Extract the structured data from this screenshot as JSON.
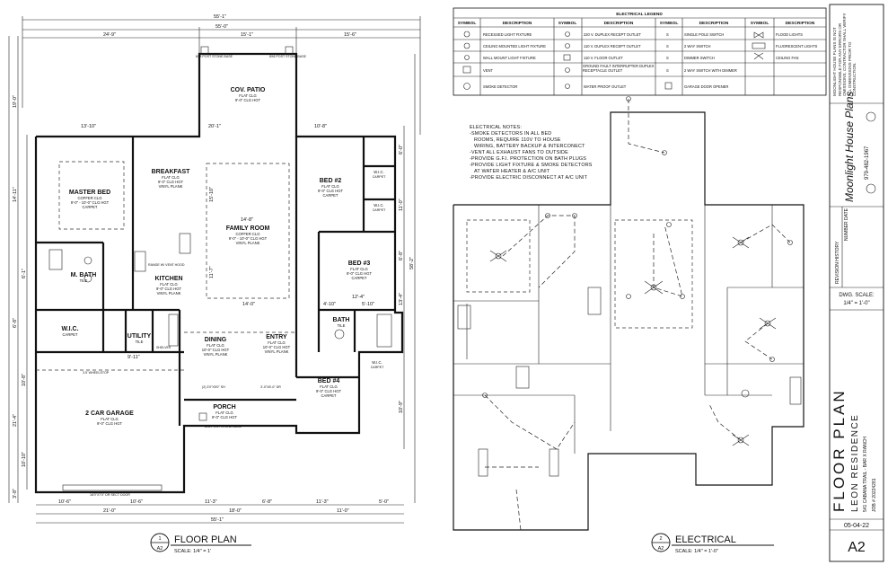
{
  "floor_plan": {
    "dims_top": [
      "55'-1\"",
      "24'-9\"",
      "55'-0\"",
      "15'-1\"",
      "15'-6\""
    ],
    "dims_bottom": [
      "10'-6\"",
      "10'-6\"",
      "11'-3\"",
      "6'-8\"",
      "11'-3\"",
      "5'-0\"",
      "21'-0\"",
      "18'-0\"",
      "11'-0\"",
      "55'-1\""
    ],
    "dims_left": [
      "19'-0\"",
      "14'-11\"",
      "6'-1\"",
      "6'-8\"",
      "10'-8\"",
      "21'-4\"",
      "10'-10\"",
      "3'-8\""
    ],
    "dims_right": [
      "6'-0\"",
      "11'-0\"",
      "6'-8\"",
      "13'-4\"",
      "58'-2\"",
      "10'-9\""
    ],
    "dims_interior": [
      "13'-10\"",
      "20'-1\"",
      "10'-8\"",
      "14'-8\"",
      "12'-4\"",
      "14'-0\"",
      "9'-11\"",
      "15'-10\"",
      "11'-7\"",
      "5'-10\"",
      "4'-10\""
    ],
    "rooms": {
      "cov_patio": {
        "name": "COV. PATIO",
        "sub1": "FLAT CLG",
        "sub2": "9'-0\" CLG HGT"
      },
      "master_bed": {
        "name": "MASTER BED",
        "sub1": "COFFER CLG",
        "sub2": "9'-0\" - 10'-0\" CLG HGT",
        "sub3": "CARPET"
      },
      "breakfast": {
        "name": "BREAKFAST",
        "sub1": "FLAT CLG",
        "sub2": "9'-0\" CLG HGT",
        "sub3": "VINYL PLANK"
      },
      "family_room": {
        "name": "FAMILY ROOM",
        "sub1": "COFFER CLG",
        "sub2": "9'-0\" - 10'-0\" CLG HGT",
        "sub3": "VINYL PLANK"
      },
      "bed2": {
        "name": "BED #2",
        "sub1": "FLAT CLG",
        "sub2": "9'-0\" CLG HGT",
        "sub3": "CARPET"
      },
      "bed3": {
        "name": "BED #3",
        "sub1": "FLAT CLG",
        "sub2": "9'-0\" CLG HGT",
        "sub3": "CARPET"
      },
      "bed4": {
        "name": "BED #4",
        "sub1": "FLAT CLG",
        "sub2": "9'-0\" CLG HGT",
        "sub3": "CARPET"
      },
      "m_bath": {
        "name": "M. BATH",
        "sub1": "TILE"
      },
      "kitchen": {
        "name": "KITCHEN",
        "sub1": "FLAT CLG",
        "sub2": "9'-0\" CLG HGT",
        "sub3": "VINYL PLANK"
      },
      "wic_master": {
        "name": "W.I.C.",
        "sub1": "CARPET"
      },
      "utility": {
        "name": "UTILITY",
        "sub1": "TILE"
      },
      "dining": {
        "name": "DINING",
        "sub1": "FLAT CLG",
        "sub2": "10'-0\" CLG HGT",
        "sub3": "VINYL PLANK"
      },
      "entry": {
        "name": "ENTRY",
        "sub1": "FLAT CLG",
        "sub2": "10'-0\" CLG HGT",
        "sub3": "VINYL PLANK"
      },
      "bath": {
        "name": "BATH",
        "sub1": "TILE"
      },
      "wic_2a": {
        "name": "W.I.C.",
        "sub1": "CARPET"
      },
      "wic_2b": {
        "name": "W.I.C.",
        "sub1": "CARPET"
      },
      "wic_4": {
        "name": "W.I.C.",
        "sub1": "CARPET"
      },
      "garage": {
        "name": "2 CAR GARAGE",
        "sub1": "FLAT CLG",
        "sub2": "9'-0\" CLG HGT"
      },
      "porch": {
        "name": "PORCH",
        "sub1": "FLAT CLG",
        "sub2": "9'-0\" CLG HGT"
      }
    },
    "notes": {
      "post_left": "8X8 POST STONE BASE",
      "post_right": "8X8 POST STONE BASE",
      "post_porch": "8X8 POST STONE BASE",
      "garage_door": "16'0\"X7'0\" DR SECT DOOR",
      "wheelstop": "3.5' WHEELSTOP",
      "shelves": "SHELVES",
      "range": "RANGE W/ VENT HOOD",
      "header_window": "(2) 3'0\"X5'0\" SH",
      "door_note": "3'-0\"X8'-0\" DR"
    },
    "caption_number": "1",
    "caption_sheet": "A2",
    "caption_title": "FLOOR PLAN",
    "caption_scale": "SCALE: 1/4\" = 1'"
  },
  "legend": {
    "title": "ELECTRICAL LEGEND",
    "headers": [
      "SYMBOL",
      "DESCRIPTION",
      "SYMBOL",
      "DESCRIPTION",
      "SYMBOL",
      "DESCRIPTION",
      "SYMBOL",
      "DESCRIPTION"
    ],
    "col1": [
      "RECESSED LIGHT FIXTURE",
      "CEILING MOUNTED LIGHT FIXTURE",
      "WALL MOUNT LIGHT FIXTURE",
      "VENT",
      "SMOKE DETECTOR"
    ],
    "col2": [
      "220 V. DUPLEX RECEPT OUTLET",
      "110 V. DUPLEX RECEPT OUTLET",
      "110 V. FLOOR OUTLET",
      "GROUND FAULT INTERRUPTER DUPLEX RECEPTACLE OUTLET",
      "WATER PROOF OUTLET"
    ],
    "col3": [
      "SINGLE POLE SWITCH",
      "2 WAY SWITCH",
      "DIMMER SWITCH",
      "2 WAY SWITCH WITH DIMMER",
      "GARAGE DOOR OPENER"
    ],
    "col4": [
      "FLOOD LIGHTS",
      "FLUORESCENT LIGHTS",
      "CEILING FAN"
    ]
  },
  "electrical_notes": {
    "title": "ELECTRICAL NOTES:",
    "lines": [
      "-SMOKE DETECTORS IN ALL BED",
      "ROOMS, REQUIRE 110V TO HOUSE",
      "WIRING, BATTERY BACKUP & INTERCONECT",
      "-VENT ALL EXHAUST FANS TO OUTSIDE",
      "-PROVIDE G.F.I. PROTECTION ON BATH PLUGS",
      "-PROVIDE LIGHT FIXTURE & SMOKE DETECTORS",
      "AT WATER HEATER & A/C UNIT",
      "-PROVIDE ELECTRIC DISCONNECT AT A/C UNIT"
    ]
  },
  "electrical_caption": {
    "number": "2",
    "sheet": "A2",
    "title": "ELECTRICAL",
    "scale": "SCALE: 1/4\" = 1'-0\""
  },
  "title_block": {
    "firm_name": "Moonlight House Plans",
    "phone": "979-482-1967",
    "disclaimer": "MOONLIGHT HOUSE PLANS IS NOT RESPONSIBLE FOR ANY ERRORS OR OMISSIONS. CONTRACTOR SHALL VERIFY ALL DIMENSIONS PRIOR TO CONSTRUCTION.",
    "revision_history": "REVISION HISTORY",
    "rev_number": "NUMBER",
    "rev_date": "DATE",
    "dwg_scale_label": "DWG. SCALE:",
    "dwg_scale_value": "1/4\" = 1'-0\"",
    "sheet_title": "FLOOR PLAN",
    "project": "LEON RESIDENCE",
    "address": "541 CABANA TRAIL - BAR X RANCH",
    "job": "JOB # 20224281",
    "date": "05-04-22",
    "sheet_number": "A2"
  }
}
